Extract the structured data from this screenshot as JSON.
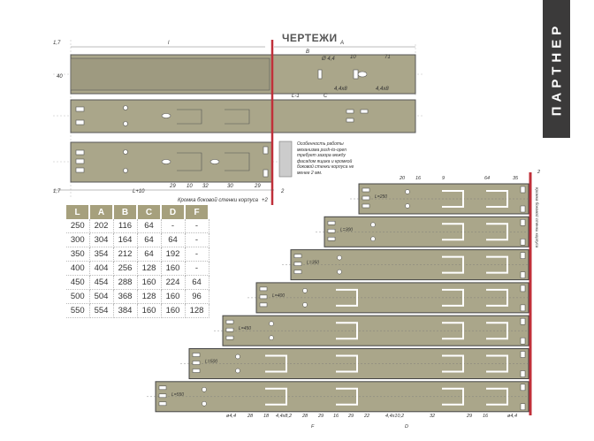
{
  "side_tab": {
    "label": "ПАРТНЕР"
  },
  "title": "ЧЕРТЕЖИ",
  "colors": {
    "rail": "#aaa68a",
    "accent": "#c0303a",
    "header": "#a6a07d",
    "tab": "#3b3a3a"
  },
  "top_drawing": {
    "dims": {
      "l": "l",
      "a": "A",
      "b": "B",
      "c": "C",
      "l1": "L-1",
      "l10": "L+10",
      "d44": "Ø 4,4",
      "d10": "10",
      "d71": "71",
      "s44x8": "4,4x8",
      "s44x8b": "4,4x8",
      "d1_7a": "1,7",
      "d1_7b": "1,7",
      "d40": "40",
      "d2": "2",
      "r29a": "29",
      "r10": "10",
      "r32": "32",
      "r30": "30",
      "r29b": "29"
    },
    "edge_label": "Кромка боковой стенки корпуса",
    "edge_value": "+2",
    "note": "Особенность работы механизма push-to-open требует зазора между фасадом ящика и кромкой боковой стенки корпуса не менее 2 мм."
  },
  "table": {
    "headers": [
      "L",
      "A",
      "B",
      "C",
      "D",
      "F"
    ],
    "rows": [
      [
        "250",
        "202",
        "116",
        "64",
        "-",
        "-"
      ],
      [
        "300",
        "304",
        "164",
        "64",
        "64",
        "-"
      ],
      [
        "350",
        "354",
        "212",
        "64",
        "192",
        "-"
      ],
      [
        "400",
        "404",
        "256",
        "128",
        "160",
        "-"
      ],
      [
        "450",
        "454",
        "288",
        "160",
        "224",
        "64"
      ],
      [
        "500",
        "504",
        "368",
        "128",
        "160",
        "96"
      ],
      [
        "550",
        "554",
        "384",
        "160",
        "160",
        "128"
      ]
    ]
  },
  "stack": {
    "rails": [
      "L=250",
      "L=300",
      "L=350",
      "L=400",
      "L=450",
      "L=500",
      "L=550"
    ],
    "top_dims": [
      "20",
      "16",
      "9",
      "64",
      "35",
      "2"
    ],
    "bottom_dims": [
      "ø4,4",
      "28",
      "18",
      "4,4x8,2",
      "28",
      "29",
      "16",
      "29",
      "22",
      "4,4x10,2",
      "32",
      "29",
      "16",
      "ø4,4"
    ],
    "bottom_letters": [
      "F",
      "D"
    ],
    "side_label": "Кромка боковой стенки корпуса"
  }
}
